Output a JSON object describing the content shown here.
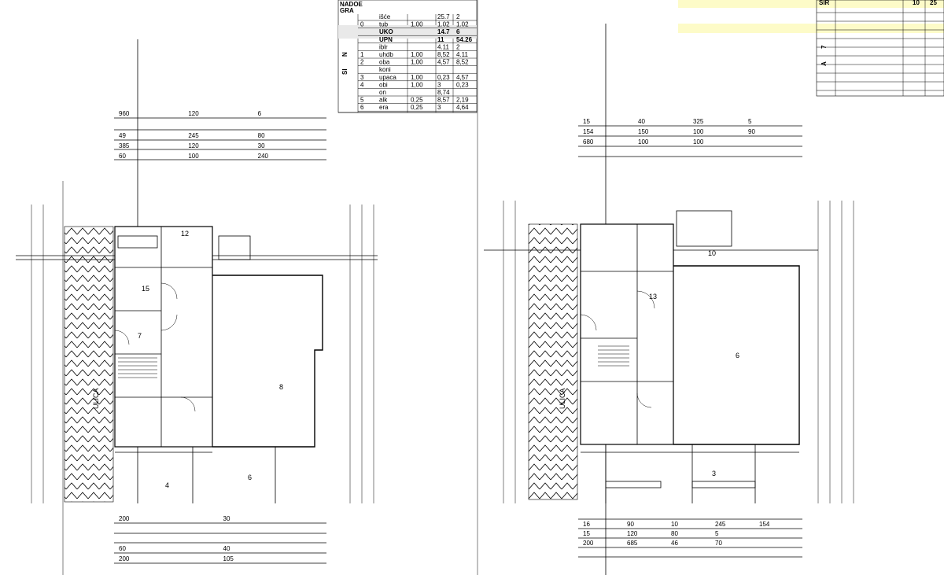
{
  "colors": {
    "ink": "#000000",
    "highlight": "#fdfbc8",
    "paper": "#ffffff"
  },
  "table_left": {
    "header": [
      "NADOE",
      "GRA"
    ],
    "rows": [
      [
        "",
        "išće",
        "",
        "25.7",
        "2"
      ],
      [
        "0",
        "tub",
        "1,00",
        "1.02",
        "1.02"
      ],
      [
        "",
        "UKO",
        "",
        "14.7",
        "6"
      ],
      [
        "",
        "UPN",
        "",
        "11",
        "54.26"
      ],
      [
        "",
        "iblr",
        "",
        "4.11",
        "2"
      ],
      [
        "1",
        "uhdb",
        "1,00",
        "8,52",
        "4.11"
      ],
      [
        "2",
        "oba",
        "1,00",
        "4,57",
        "8,52"
      ],
      [
        "",
        "koni",
        "",
        "",
        ""
      ],
      [
        "3",
        "upaca",
        "1,00",
        "0,23",
        "4,57"
      ],
      [
        "4",
        "obi",
        "1,00",
        "3",
        "0,23"
      ],
      [
        "",
        "on",
        "",
        "8,74",
        ""
      ],
      [
        "5",
        "alk",
        "0,25",
        "8,57",
        "2,19"
      ],
      [
        "6",
        "era",
        "0,25",
        "3",
        "4,64"
      ]
    ],
    "side_letters": [
      "SI",
      "N"
    ]
  },
  "table_right": {
    "header": [
      "SIR",
      "",
      "",
      "10",
      "25"
    ],
    "side_letters": [
      "A",
      "7"
    ]
  },
  "plan_left": {
    "top_dims": [
      "960",
      "49",
      "385",
      "60",
      "120",
      "245",
      "120",
      "100",
      "6",
      "80",
      "30",
      "240"
    ],
    "bottom_dims": [
      "200",
      "60",
      "200",
      "30",
      "40",
      "105"
    ],
    "rooms": [
      "8",
      "12",
      "15",
      "4",
      "6",
      "7"
    ],
    "street_label": "ULICA"
  },
  "plan_right": {
    "top_dims": [
      "15",
      "154",
      "680",
      "40",
      "150",
      "100",
      "325",
      "100",
      "100",
      "5",
      "90"
    ],
    "bottom_dims": [
      "16",
      "15",
      "200",
      "90",
      "120",
      "685",
      "10",
      "80",
      "46",
      "245",
      "5",
      "70",
      "154"
    ],
    "rooms": [
      "6",
      "10",
      "13",
      "3"
    ],
    "street_label": "ULICA"
  }
}
